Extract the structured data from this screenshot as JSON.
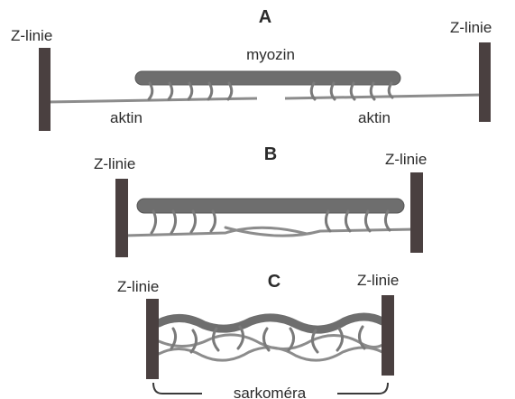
{
  "panel_a": {
    "heading": "A",
    "z_left": "Z-linie",
    "z_right": "Z-linie",
    "myosin": "myozin",
    "actin_left": "aktin",
    "actin_right": "aktin"
  },
  "panel_b": {
    "heading": "B",
    "z_left": "Z-linie",
    "z_right": "Z-linie"
  },
  "panel_c": {
    "heading": "C",
    "z_left": "Z-linie",
    "z_right": "Z-linie",
    "sarcomere": "sarkoméra"
  },
  "colors": {
    "ink": "#2b2b2b",
    "z_band": "#4a4040",
    "myosin": "#6e6e6e",
    "filament": "#8c8c8c",
    "background": "#ffffff"
  }
}
